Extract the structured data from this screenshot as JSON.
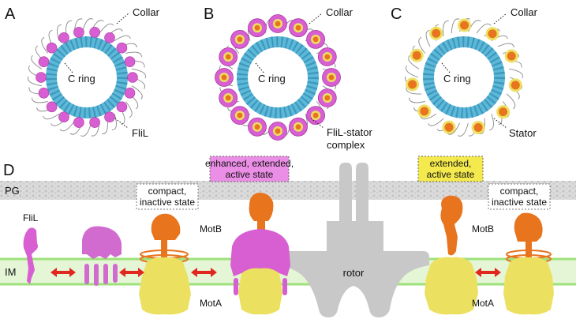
{
  "panels": {
    "a": {
      "letter": "A",
      "collar": "Collar",
      "ring": "C ring",
      "partner": "FliL"
    },
    "b": {
      "letter": "B",
      "collar": "Collar",
      "ring": "C ring",
      "partner_line1": "FliL-stator",
      "partner_line2": "complex"
    },
    "c": {
      "letter": "C",
      "collar": "Collar",
      "ring": "C ring",
      "partner": "Stator"
    },
    "d": {
      "letter": "D",
      "pg": "PG",
      "im": "IM",
      "flil": "FliL",
      "compact_left_line1": "compact,",
      "compact_left_line2": "inactive state",
      "enhanced_line1": "enhanced, extended,",
      "enhanced_line2": "active state",
      "extended_line1": "extended,",
      "extended_line2": "active state",
      "compact_right_line1": "compact,",
      "compact_right_line2": "inactive state",
      "motb_left": "MotB",
      "mota_left": "MotA",
      "rotor": "rotor",
      "motb_right": "MotB",
      "mota_right": "MotA"
    }
  },
  "colors": {
    "c_ring": "#5bb8d8",
    "c_ring_dark": "#2a7fa6",
    "flil": "#d85fd2",
    "mota": "#ece061",
    "motb": "#e8741e",
    "pg": "#d8d8d8",
    "membrane": "#e4f6d6",
    "membrane_edge": "#9ee07a",
    "rotor": "#c9c9c9",
    "arrow": "#e0281f",
    "enhanced_box": "#eb8ee6",
    "extended_box": "#f4ea4e"
  }
}
